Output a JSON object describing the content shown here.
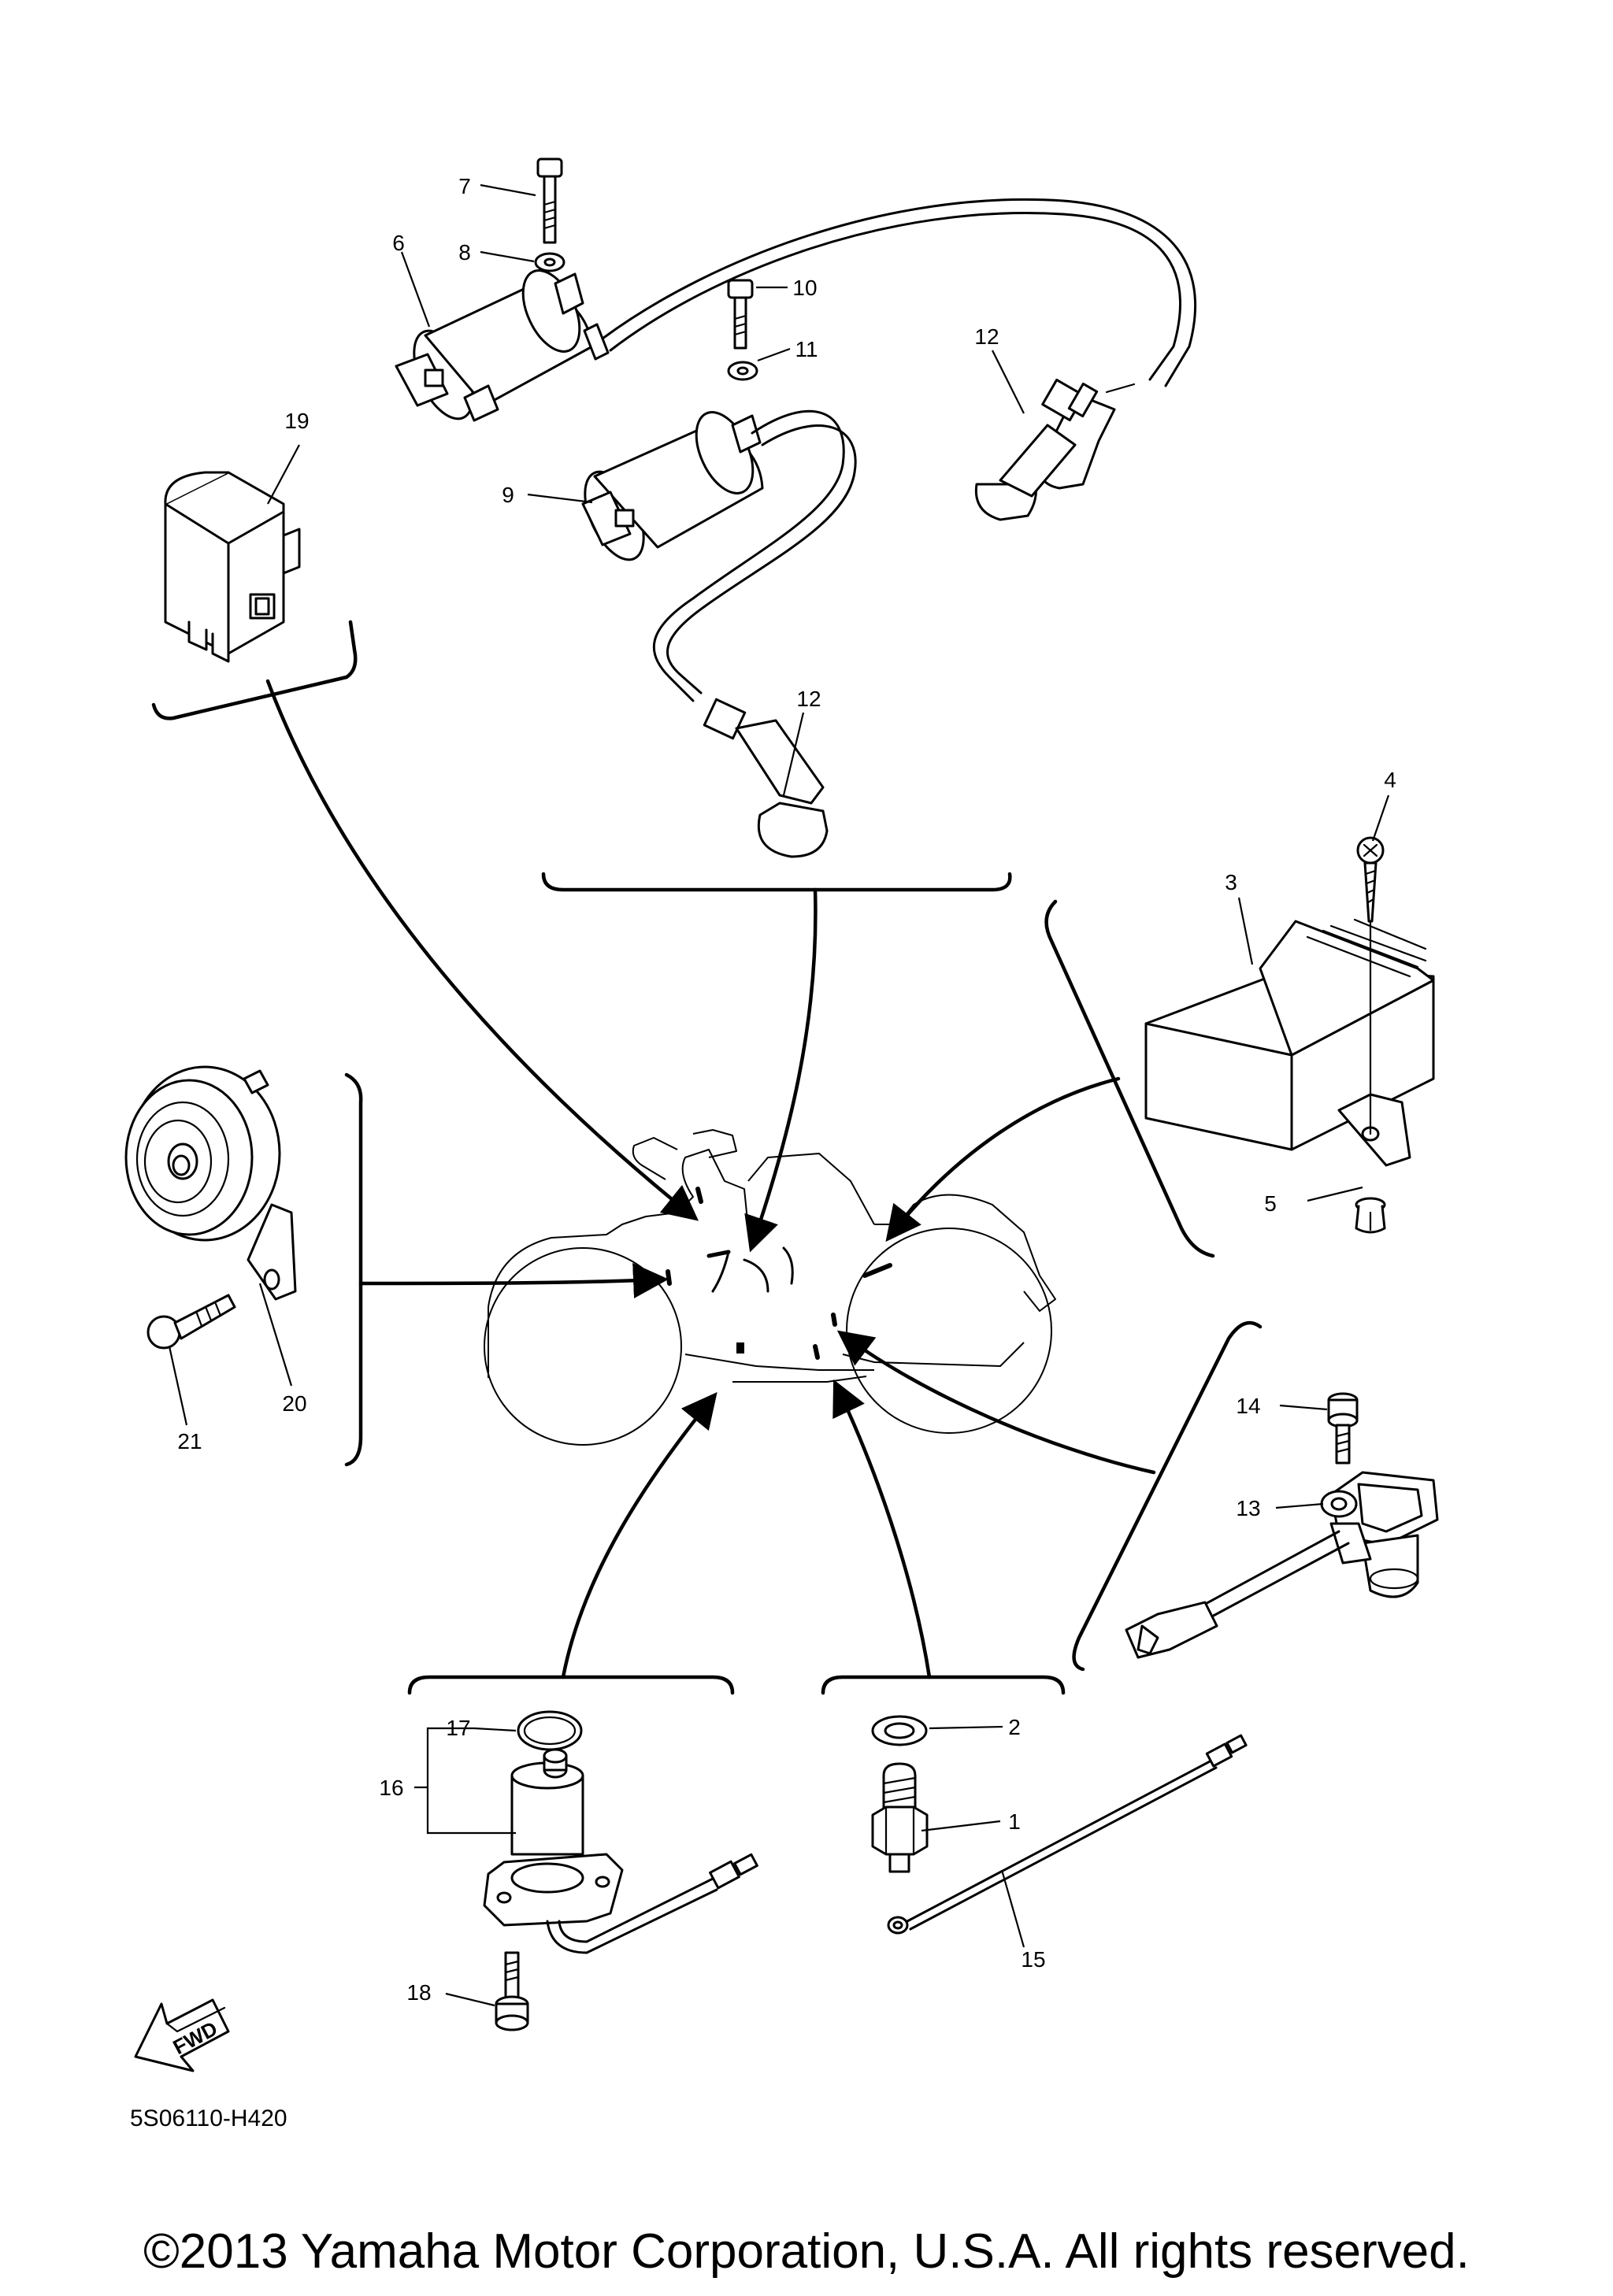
{
  "diagram_code": "5S06110-H420",
  "copyright": "©2013 Yamaha Motor Corporation, U.S.A. All rights reserved.",
  "fwd_label": "FWD",
  "callouts": {
    "c1": "1",
    "c2": "2",
    "c3": "3",
    "c4": "4",
    "c5": "5",
    "c6": "6",
    "c7": "7",
    "c8": "8",
    "c9": "9",
    "c10": "10",
    "c11": "11",
    "c12a": "12",
    "c12b": "12",
    "c13": "13",
    "c14": "14",
    "c15": "15",
    "c16": "16",
    "c17": "17",
    "c18": "18",
    "c19": "19",
    "c20": "20",
    "c21": "21"
  }
}
